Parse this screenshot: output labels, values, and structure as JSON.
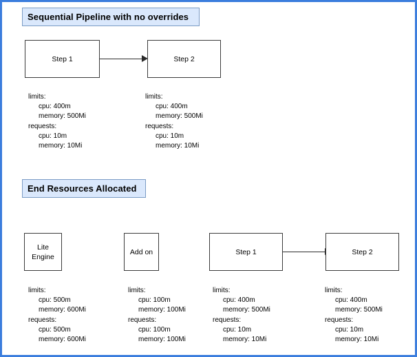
{
  "diagram": {
    "frame_color": "#3b7ddd",
    "chip_fill": "#dae8fc",
    "chip_border": "#7a9bc4",
    "node_border": "#3a3a3a",
    "sections": [
      {
        "id": "pipeline",
        "title": "Sequential Pipeline with no overrides"
      },
      {
        "id": "allocated",
        "title": "End Resources Allocated"
      }
    ]
  },
  "pipeline": {
    "nodes": [
      {
        "label": "Step 1"
      },
      {
        "label": "Step 2"
      }
    ],
    "resources": [
      {
        "limits_label": "limits:",
        "limits_cpu": "cpu: 400m",
        "limits_memory": "memory: 500Mi",
        "requests_label": "requests:",
        "requests_cpu": "cpu: 10m",
        "requests_memory": "memory: 10Mi"
      },
      {
        "limits_label": "limits:",
        "limits_cpu": "cpu: 400m",
        "limits_memory": "memory: 500Mi",
        "requests_label": "requests:",
        "requests_cpu": "cpu: 10m",
        "requests_memory": "memory: 10Mi"
      }
    ]
  },
  "allocated": {
    "nodes": [
      {
        "label": "Lite\nEngine"
      },
      {
        "label": "Add on"
      },
      {
        "label": "Step 1"
      },
      {
        "label": "Step 2"
      }
    ],
    "resources": [
      {
        "limits_label": "limits:",
        "limits_cpu": "cpu: 500m",
        "limits_memory": "memory: 600Mi",
        "requests_label": "requests:",
        "requests_cpu": "cpu: 500m",
        "requests_memory": "memory: 600Mi"
      },
      {
        "limits_label": "limits:",
        "limits_cpu": "cpu: 100m",
        "limits_memory": "memory: 100Mi",
        "requests_label": "requests:",
        "requests_cpu": "cpu: 100m",
        "requests_memory": "memory: 100Mi"
      },
      {
        "limits_label": "limits:",
        "limits_cpu": "cpu: 400m",
        "limits_memory": "memory: 500Mi",
        "requests_label": "requests:",
        "requests_cpu": "cpu: 10m",
        "requests_memory": "memory: 10Mi"
      },
      {
        "limits_label": "limits:",
        "limits_cpu": "cpu: 400m",
        "limits_memory": "memory: 500Mi",
        "requests_label": "requests:",
        "requests_cpu": "cpu: 10m",
        "requests_memory": "memory: 10Mi"
      }
    ]
  }
}
